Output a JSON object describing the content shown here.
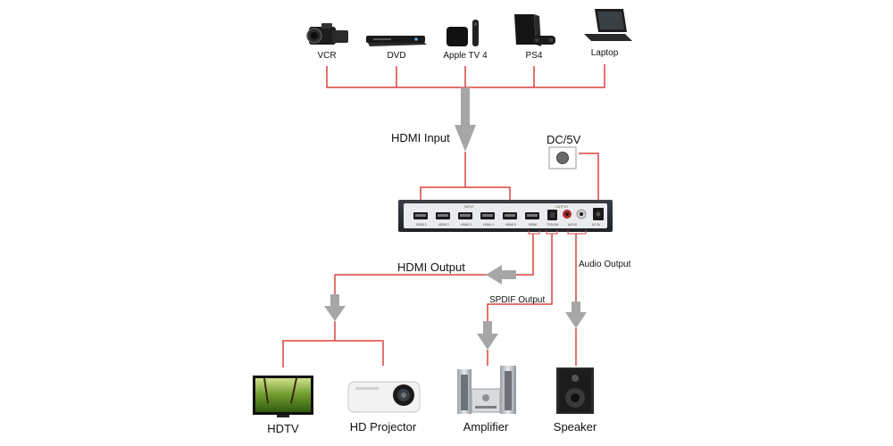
{
  "colors": {
    "wire": "#d9453f",
    "arrow": "#a6a6a6",
    "device": "#1d1d1d",
    "panel": "#2b2f36"
  },
  "sources": [
    {
      "label": "VCR",
      "icon": "camcorder-icon"
    },
    {
      "label": "DVD",
      "icon": "dvd-player-icon"
    },
    {
      "label": "Apple TV 4",
      "icon": "apple-tv-icon"
    },
    {
      "label": "PS4",
      "icon": "ps4-console-icon"
    },
    {
      "label": "Laptop",
      "icon": "laptop-icon"
    }
  ],
  "labels": {
    "hdmi_input": "HDMI Input",
    "dc": "DC/5V",
    "hdmi_output": "HDMI Output",
    "audio_output": "Audio Output",
    "spdif_output": "SPDIF Output"
  },
  "switcher": {
    "input_header": "INPUT",
    "output_header": "OUTPUT",
    "ports": [
      "HDMI 1",
      "HDMI 2",
      "HDMI 3",
      "HDMI 4",
      "HDMI 5"
    ],
    "out_port": "HDMI",
    "spdif": "TOSLINK",
    "audio": "AUDIO",
    "dc": "DC 5V"
  },
  "outputs": [
    {
      "label": "HDTV",
      "icon": "tv-icon"
    },
    {
      "label": "HD Projector",
      "icon": "projector-icon"
    },
    {
      "label": "Amplifier",
      "icon": "amplifier-icon"
    },
    {
      "label": "Speaker",
      "icon": "speaker-icon"
    }
  ]
}
